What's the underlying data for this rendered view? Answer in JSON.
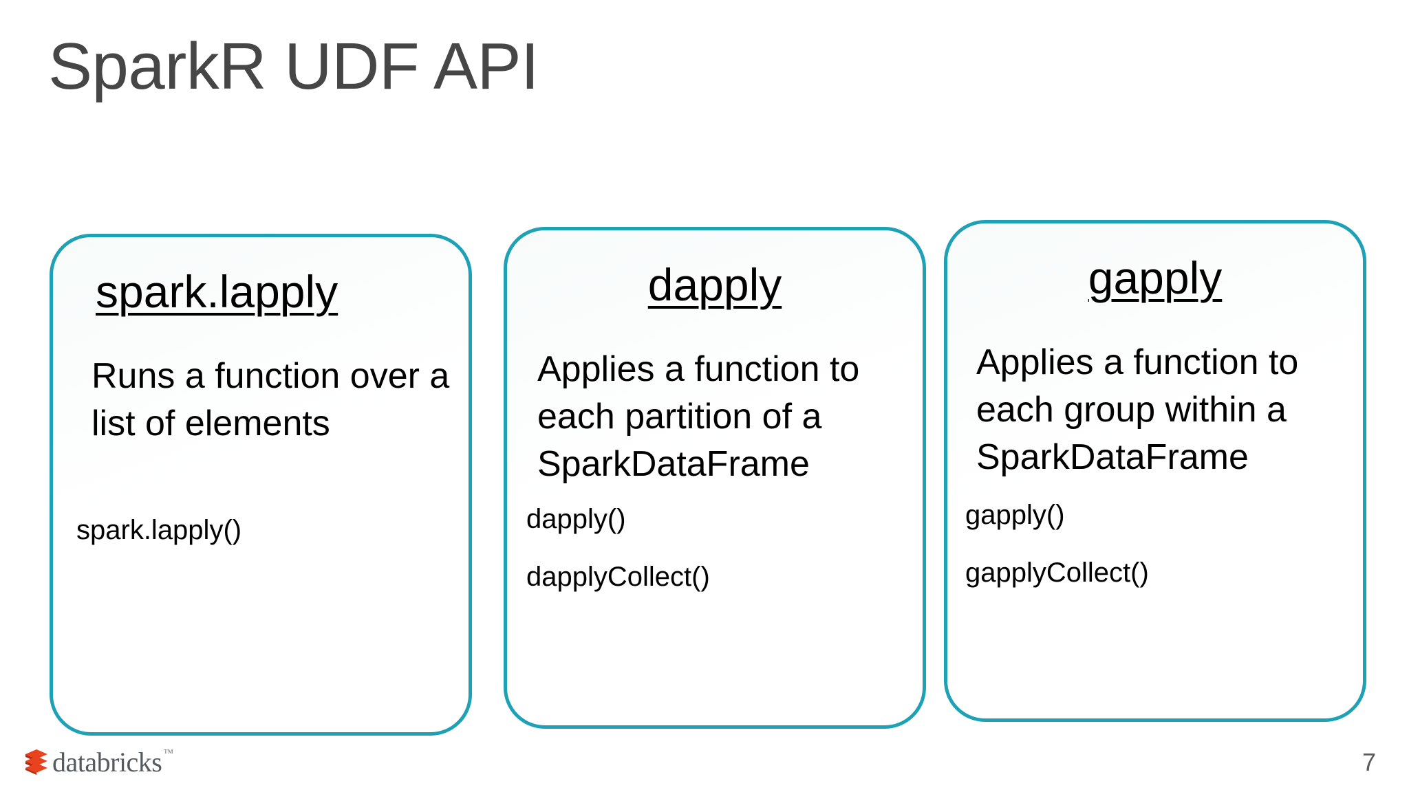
{
  "slide": {
    "title": "SparkR UDF API",
    "page_number": "7",
    "title_color": "#464646",
    "accent_color": "#1FA1B5",
    "brand_red": "#E8421F",
    "brand_text_color": "#555a5e"
  },
  "cards": [
    {
      "heading": "spark.lapply",
      "description": "Runs a function over a list of elements",
      "functions": [
        "spark.lapply()"
      ]
    },
    {
      "heading": "dapply",
      "description": "Applies a function to each partition of a SparkDataFrame",
      "functions": [
        "dapply()",
        "dapplyCollect()"
      ]
    },
    {
      "heading": "gapply",
      "description": "Applies a function to each group within a SparkDataFrame",
      "functions": [
        "gapply()",
        "gapplyCollect()"
      ]
    }
  ],
  "footer": {
    "brand_name": "databricks",
    "trademark": "™"
  }
}
